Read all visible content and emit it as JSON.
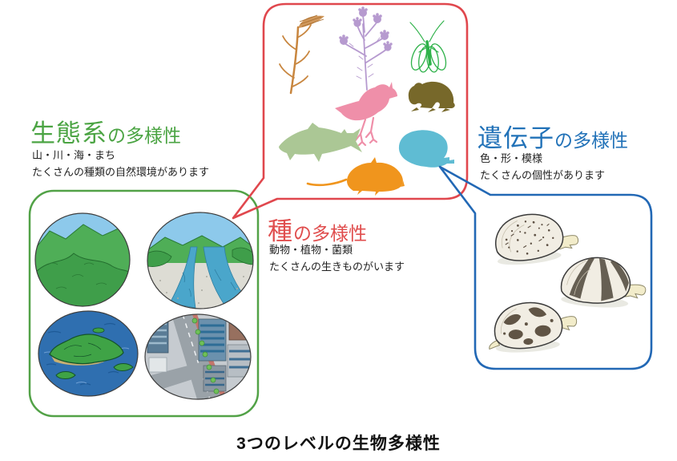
{
  "page": {
    "caption": "3つのレベルの生物多様性",
    "background": "#ffffff"
  },
  "ecosystem": {
    "title_main": "生態系",
    "title_suffix": "の多様性",
    "desc_line1": "山・川・海・まち",
    "desc_line2": "たくさんの種類の自然環境があります",
    "accent": "#52a247",
    "photos": [
      "mountain-forest",
      "river",
      "sea-islands",
      "city"
    ]
  },
  "species": {
    "title_main": "種",
    "title_suffix": "の多様性",
    "desc_line1": "動物・植物・菌類",
    "desc_line2": "たくさんの生きものがいます",
    "accent": "#e0474d",
    "icons": [
      "silver-grass",
      "thistle",
      "lacewing",
      "frog",
      "bird",
      "fish",
      "blue-fish",
      "mouse"
    ],
    "icon_colors": {
      "silver_grass": "#c8863f",
      "thistle": "#b69acf",
      "lacewing": "#2fb24a",
      "frog": "#77682a",
      "bird": "#ef8fa9",
      "fish": "#abc795",
      "blue_fish": "#5fbcd3",
      "mouse": "#f0951d"
    }
  },
  "genes": {
    "title_main": "遺伝子",
    "title_suffix": "の多様性",
    "desc_line1": "色・形・模様",
    "desc_line2": "たくさんの個性があります",
    "accent": "#2268b5",
    "icons": [
      "speckled-clam",
      "striped-clam",
      "blotched-clam"
    ]
  }
}
